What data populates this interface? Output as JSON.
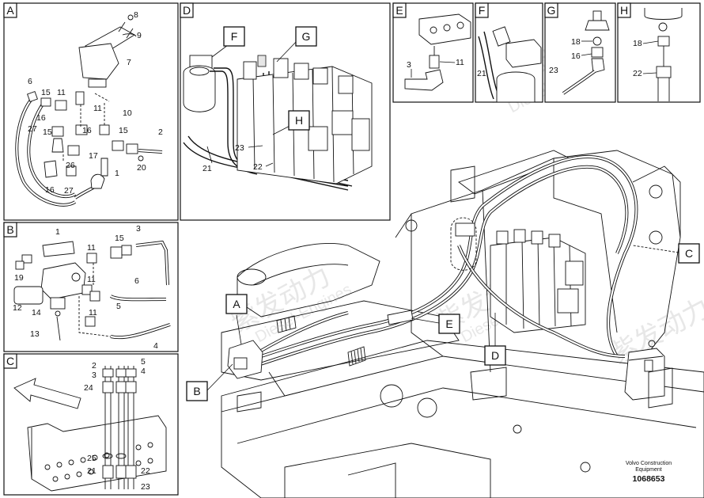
{
  "panels": {
    "A": {
      "letter": "A",
      "callouts": [
        "8",
        "9",
        "7",
        "6",
        "15",
        "11",
        "16",
        "11",
        "10",
        "27",
        "15",
        "16",
        "15",
        "2",
        "17",
        "26",
        "1",
        "20",
        "16",
        "27"
      ]
    },
    "B": {
      "letter": "B",
      "callouts": [
        "1",
        "11",
        "15",
        "3",
        "19",
        "12",
        "14",
        "11",
        "6",
        "13",
        "5",
        "4",
        "11"
      ]
    },
    "C": {
      "letter": "C",
      "callouts": [
        "2",
        "3",
        "5",
        "4",
        "24",
        "25",
        "21",
        "22",
        "23"
      ]
    },
    "D": {
      "letter": "D",
      "callouts": [
        "23",
        "22",
        "21"
      ],
      "view_tags": [
        "F",
        "G",
        "H"
      ]
    },
    "E": {
      "letter": "E",
      "callouts": [
        "3",
        "11"
      ]
    },
    "F": {
      "letter": "F",
      "callouts": [
        "21"
      ]
    },
    "G": {
      "letter": "G",
      "callouts": [
        "18",
        "16",
        "23"
      ]
    },
    "H": {
      "letter": "H",
      "callouts": [
        "18",
        "22"
      ]
    }
  },
  "main_view": {
    "view_tags": [
      "A",
      "B",
      "C",
      "D",
      "E"
    ]
  },
  "watermark": {
    "brand": "紫发动力",
    "sub": "Diesel-Engines"
  },
  "footer": {
    "maker_line1": "Volvo Construction",
    "maker_line2": "Equipment",
    "drawing_number": "1068653"
  }
}
